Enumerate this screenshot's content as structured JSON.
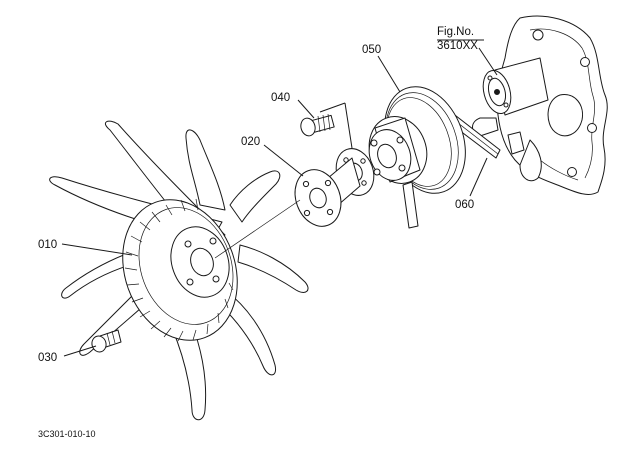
{
  "figure": {
    "ref_label": "Fig.No.",
    "ref_number": "3610XX",
    "drawing_code": "3C301-010-10"
  },
  "callouts": [
    {
      "id": "fan",
      "code": "010"
    },
    {
      "id": "spacer",
      "code": "020"
    },
    {
      "id": "fan-bolt",
      "code": "030"
    },
    {
      "id": "pulley-bolt",
      "code": "040"
    },
    {
      "id": "pulley",
      "code": "050"
    },
    {
      "id": "v-belt",
      "code": "060"
    }
  ]
}
